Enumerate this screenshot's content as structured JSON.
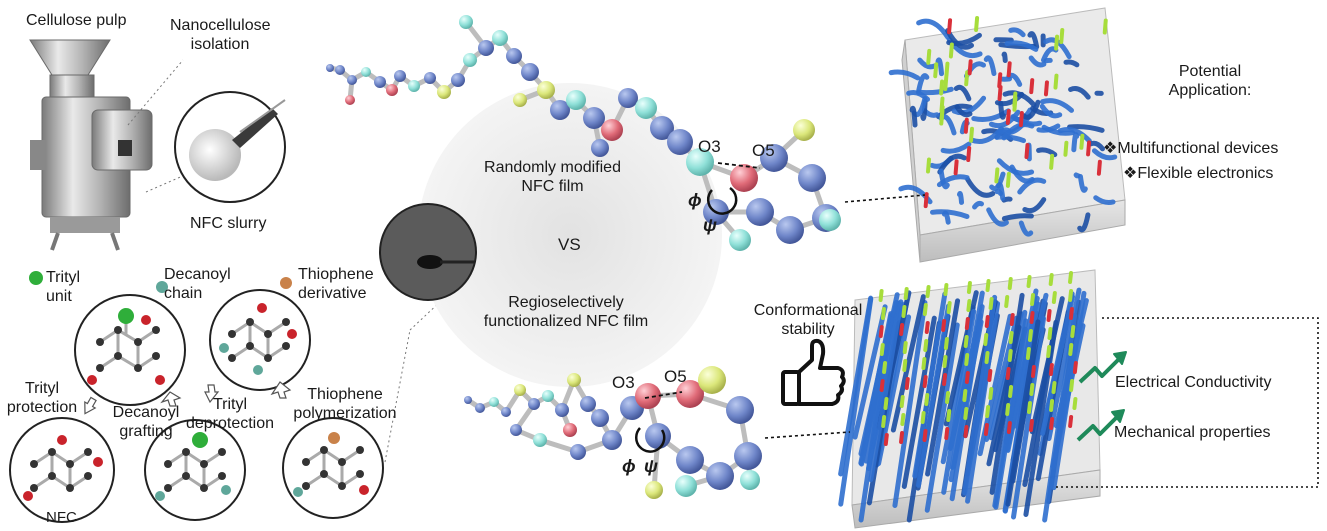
{
  "pulp": {
    "title": "Cellulose pulp",
    "isolation": "Nanocellulose isolation",
    "slurry": "NFC slurry"
  },
  "legend": {
    "trityl": "Trityl unit",
    "decanoyl": "Decanoyl chain",
    "thiophene": "Thiophene derivative"
  },
  "steps": {
    "trityl_protection": "Trityl protection",
    "decanoyl_grafting": "Decanoyl grafting",
    "trityl_deprotection": "Trityl deprotection",
    "thiophene_polymerization": "Thiophene polymerization",
    "nfc": "NFC"
  },
  "center": {
    "random_film": "Randomly modified NFC film",
    "vs": "VS",
    "regio_film": "Regioselectively functionalized NFC film",
    "o3": "O3",
    "o5": "O5",
    "phi": "ϕ",
    "psi": "ψ"
  },
  "stability": "Conformational stability",
  "applications": {
    "title": "Potential Application:",
    "items": [
      "❖Multifunctional devices",
      "❖Flexible electronics"
    ]
  },
  "properties": [
    "Electrical Conductivity",
    "Mechanical properties"
  ],
  "colors": {
    "trityl": "#2fae3a",
    "decanoyl": "#5fa79a",
    "thiophene": "#c9824a",
    "atom_blue": "#6f86c9",
    "atom_cyan": "#8fe0d8",
    "atom_red": "#e06b78",
    "atom_yellow": "#dbe77a",
    "fiber_blue": "#2f6fcf",
    "arrow_green": "#1f8a5a"
  }
}
